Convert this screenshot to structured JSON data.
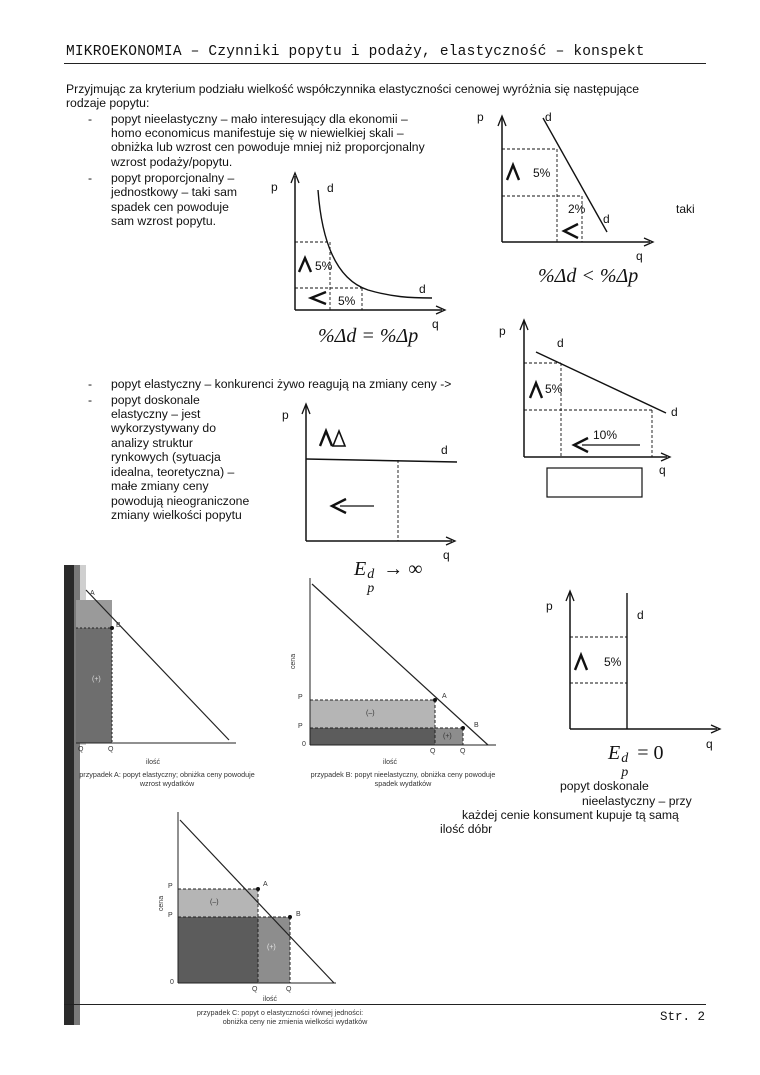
{
  "header": "MIKROEKONOMIA – Czynniki popytu i podaży, elastyczność – konspekt",
  "intro": [
    "Przyjmując za kryterium podziału wielkość współczynnika elastyczności cenowej wyróżnia się następujące",
    "rodzaje popytu:"
  ],
  "bullet_marker": "-",
  "bullets": {
    "b1": [
      "popyt nieelastyczny – mało interesujący dla ekonomii –",
      "homo economicus manifestuje się w niewielkiej skali –",
      "obniżka lub wzrost cen powoduje mniej niż proporcjonalny",
      "wzrost podaży/popytu."
    ],
    "b2": [
      "popyt proporcjonalny –",
      "jednostkowy – taki sam",
      "spadek cen powoduje",
      "sam wzrost popytu."
    ],
    "b3": [
      "popyt elastyczny – konkurenci żywo reagują na zmiany ceny ->"
    ],
    "b4": [
      "popyt doskonale",
      "elastyczny – jest",
      "wykorzystywany do",
      "analizy struktur",
      "rynkowych (sytuacja",
      "idealna, teoretyczna) –",
      "małe zmiany ceny",
      "powodują nieograniczone",
      "zmiany wielkości popytu"
    ]
  },
  "axes": {
    "p": "p",
    "q": "q",
    "d": "d"
  },
  "graph_unit": {
    "pct_top": "5%",
    "pct_bottom": "5%",
    "formula": "%Δd = %Δp"
  },
  "graph_inelastic": {
    "pct_top": "5%",
    "pct_bottom": "2%",
    "side_note": "taki",
    "formula": "%Δd < %Δp"
  },
  "graph_elastic": {
    "pct_top": "5%",
    "pct_bottom": "10%"
  },
  "graph_perfect_elastic": {
    "formula": "E",
    "sup": "d",
    "sub": "p",
    "rhs": "→ ∞"
  },
  "graph_perfect_inelastic": {
    "pct": "5%",
    "formula": "E",
    "sup": "d",
    "sub": "p",
    "rhs": "= 0",
    "caption": [
      "popyt doskonale",
      "nieelastyczny – przy",
      "każdej cenie konsument kupuje tą samą",
      "ilość dóbr"
    ]
  },
  "scan_a": {
    "point_a": "A",
    "point_b": "B",
    "plus": "(+)",
    "qa": "Q",
    "qb": "Q",
    "xaxis": "ilość",
    "caption": [
      "przypadek A: popyt elastyczny; obniżka ceny powoduje",
      "wzrost wydatków"
    ]
  },
  "scan_b": {
    "point_a": "A",
    "point_b": "B",
    "minus": "(–)",
    "plus": "(+)",
    "pa": "P",
    "pb": "P",
    "zero": "0",
    "qa": "Q",
    "qb": "Q",
    "xaxis": "ilość",
    "yaxis": "cena",
    "caption": [
      "przypadek B: popyt nieelastyczny, obniżka ceny powoduje",
      "spadek wydatków"
    ]
  },
  "scan_c": {
    "point_a": "A",
    "point_b": "B",
    "minus": "(–)",
    "plus": "(+)",
    "pa": "P",
    "pb": "P",
    "zero": "0",
    "qa": "Q",
    "qb": "Q",
    "xaxis": "ilość",
    "yaxis": "cena",
    "caption": [
      "przypadek C: popyt o elastyczności równej jedności:",
      "obniżka ceny nie zmienia wielkości wydatków"
    ]
  },
  "footer": "Str. 2"
}
